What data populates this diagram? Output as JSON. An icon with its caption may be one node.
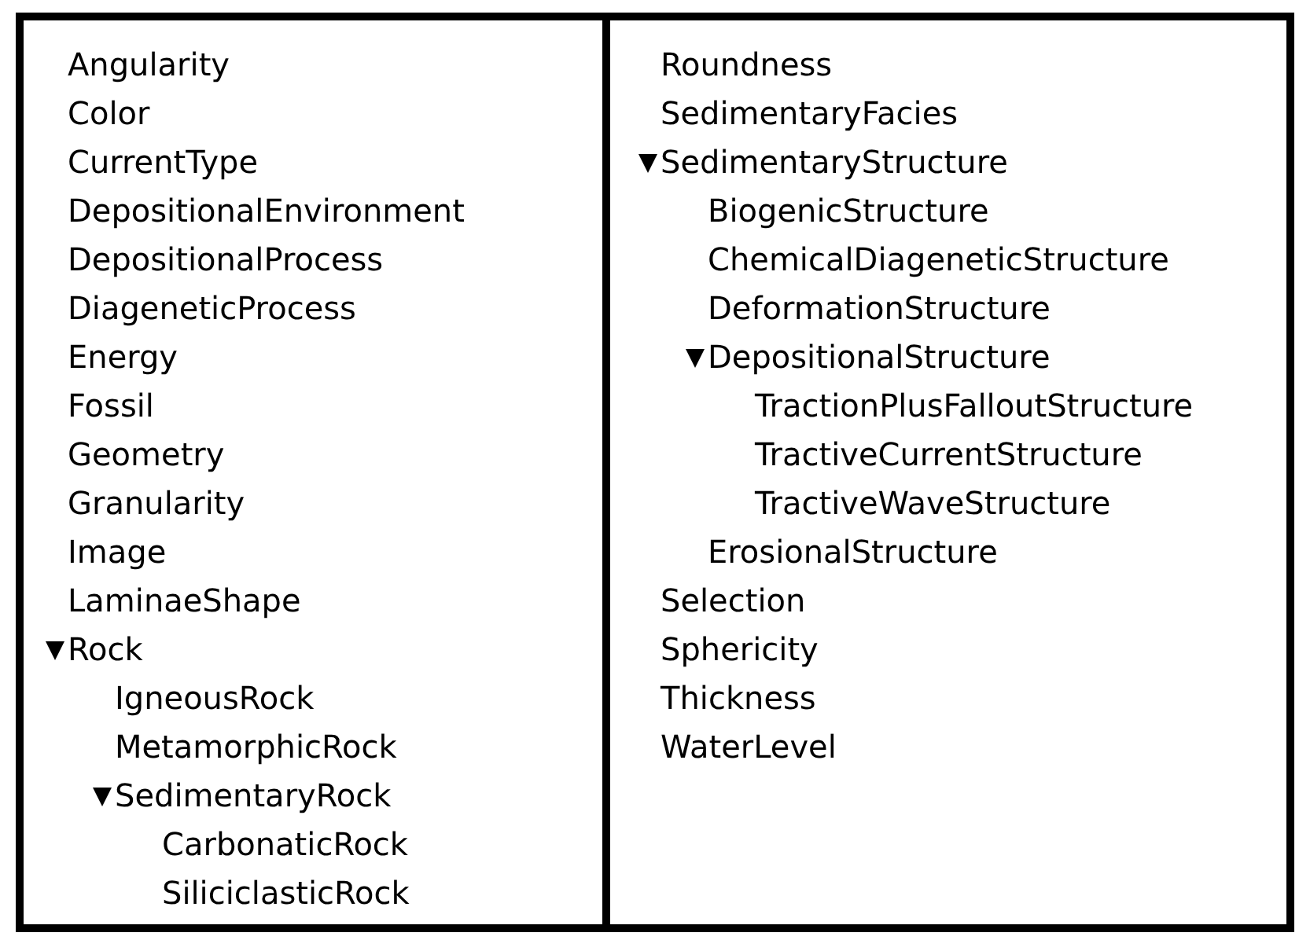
{
  "diagram": {
    "nodes": [
      {
        "text": [],
        "shape": "box"
      },
      {
        "text": [],
        "shape": "box"
      },
      {
        "text": [
          "Angularity"
        ],
        "in": 0
      },
      {
        "text": [
          "Color"
        ],
        "in": 0
      },
      {
        "text": [
          "CurrentType"
        ],
        "in": 0
      },
      {
        "text": [
          "DepositionalEnvironment"
        ],
        "in": 0
      },
      {
        "text": [
          "DepositionalProcess"
        ],
        "in": 0
      },
      {
        "text": [
          "DiageneticProcess"
        ],
        "in": 0
      },
      {
        "text": [
          "Energy"
        ],
        "in": 0
      },
      {
        "text": [
          "Fossil"
        ],
        "in": 0
      },
      {
        "text": [
          "Geometry"
        ],
        "in": 0
      },
      {
        "text": [
          "Granularity"
        ],
        "in": 0
      },
      {
        "text": [
          "Image"
        ],
        "in": 0
      },
      {
        "text": [
          "LaminaeShape"
        ],
        "in": 0
      },
      {
        "text": [
          "Rock"
        ],
        "in": 0
      },
      {
        "text": [
          "IgneousRock"
        ],
        "in": 0
      },
      {
        "text": [
          "MetamorphicRock"
        ],
        "in": 0
      },
      {
        "text": [
          "SedimentaryRock"
        ],
        "in": 0
      },
      {
        "text": [
          "CarbonaticRock"
        ],
        "in": 0
      },
      {
        "text": [
          "SiliciclasticRock"
        ],
        "in": 0
      },
      {
        "text": [
          "Roundness"
        ],
        "in": 1
      },
      {
        "text": [
          "SedimentaryFacies"
        ],
        "in": 1
      },
      {
        "text": [
          "SedimentaryStructure"
        ],
        "in": 1
      },
      {
        "text": [
          "BiogenicStructure"
        ],
        "in": 1
      },
      {
        "text": [
          "ChemicalDiageneticStructure"
        ],
        "in": 1
      },
      {
        "text": [
          "DeformationStructure"
        ],
        "in": 1
      },
      {
        "text": [
          "DepositionalStructure"
        ],
        "in": 1
      },
      {
        "text": [
          "TractionPlusFalloutStructure"
        ],
        "in": 1
      },
      {
        "text": [
          "TractiveCurrentStructure"
        ],
        "in": 1
      },
      {
        "text": [
          "TractiveWaveStructure"
        ],
        "in": 1
      },
      {
        "text": [
          "ErosionalStructure"
        ],
        "in": 1
      },
      {
        "text": [
          "Selection"
        ],
        "in": 1
      },
      {
        "text": [
          "Sphericity"
        ],
        "in": 1
      },
      {
        "text": [
          "Thickness"
        ],
        "in": 1
      },
      {
        "text": [
          "WaterLevel"
        ],
        "in": 1
      }
    ],
    "edges": []
  }
}
